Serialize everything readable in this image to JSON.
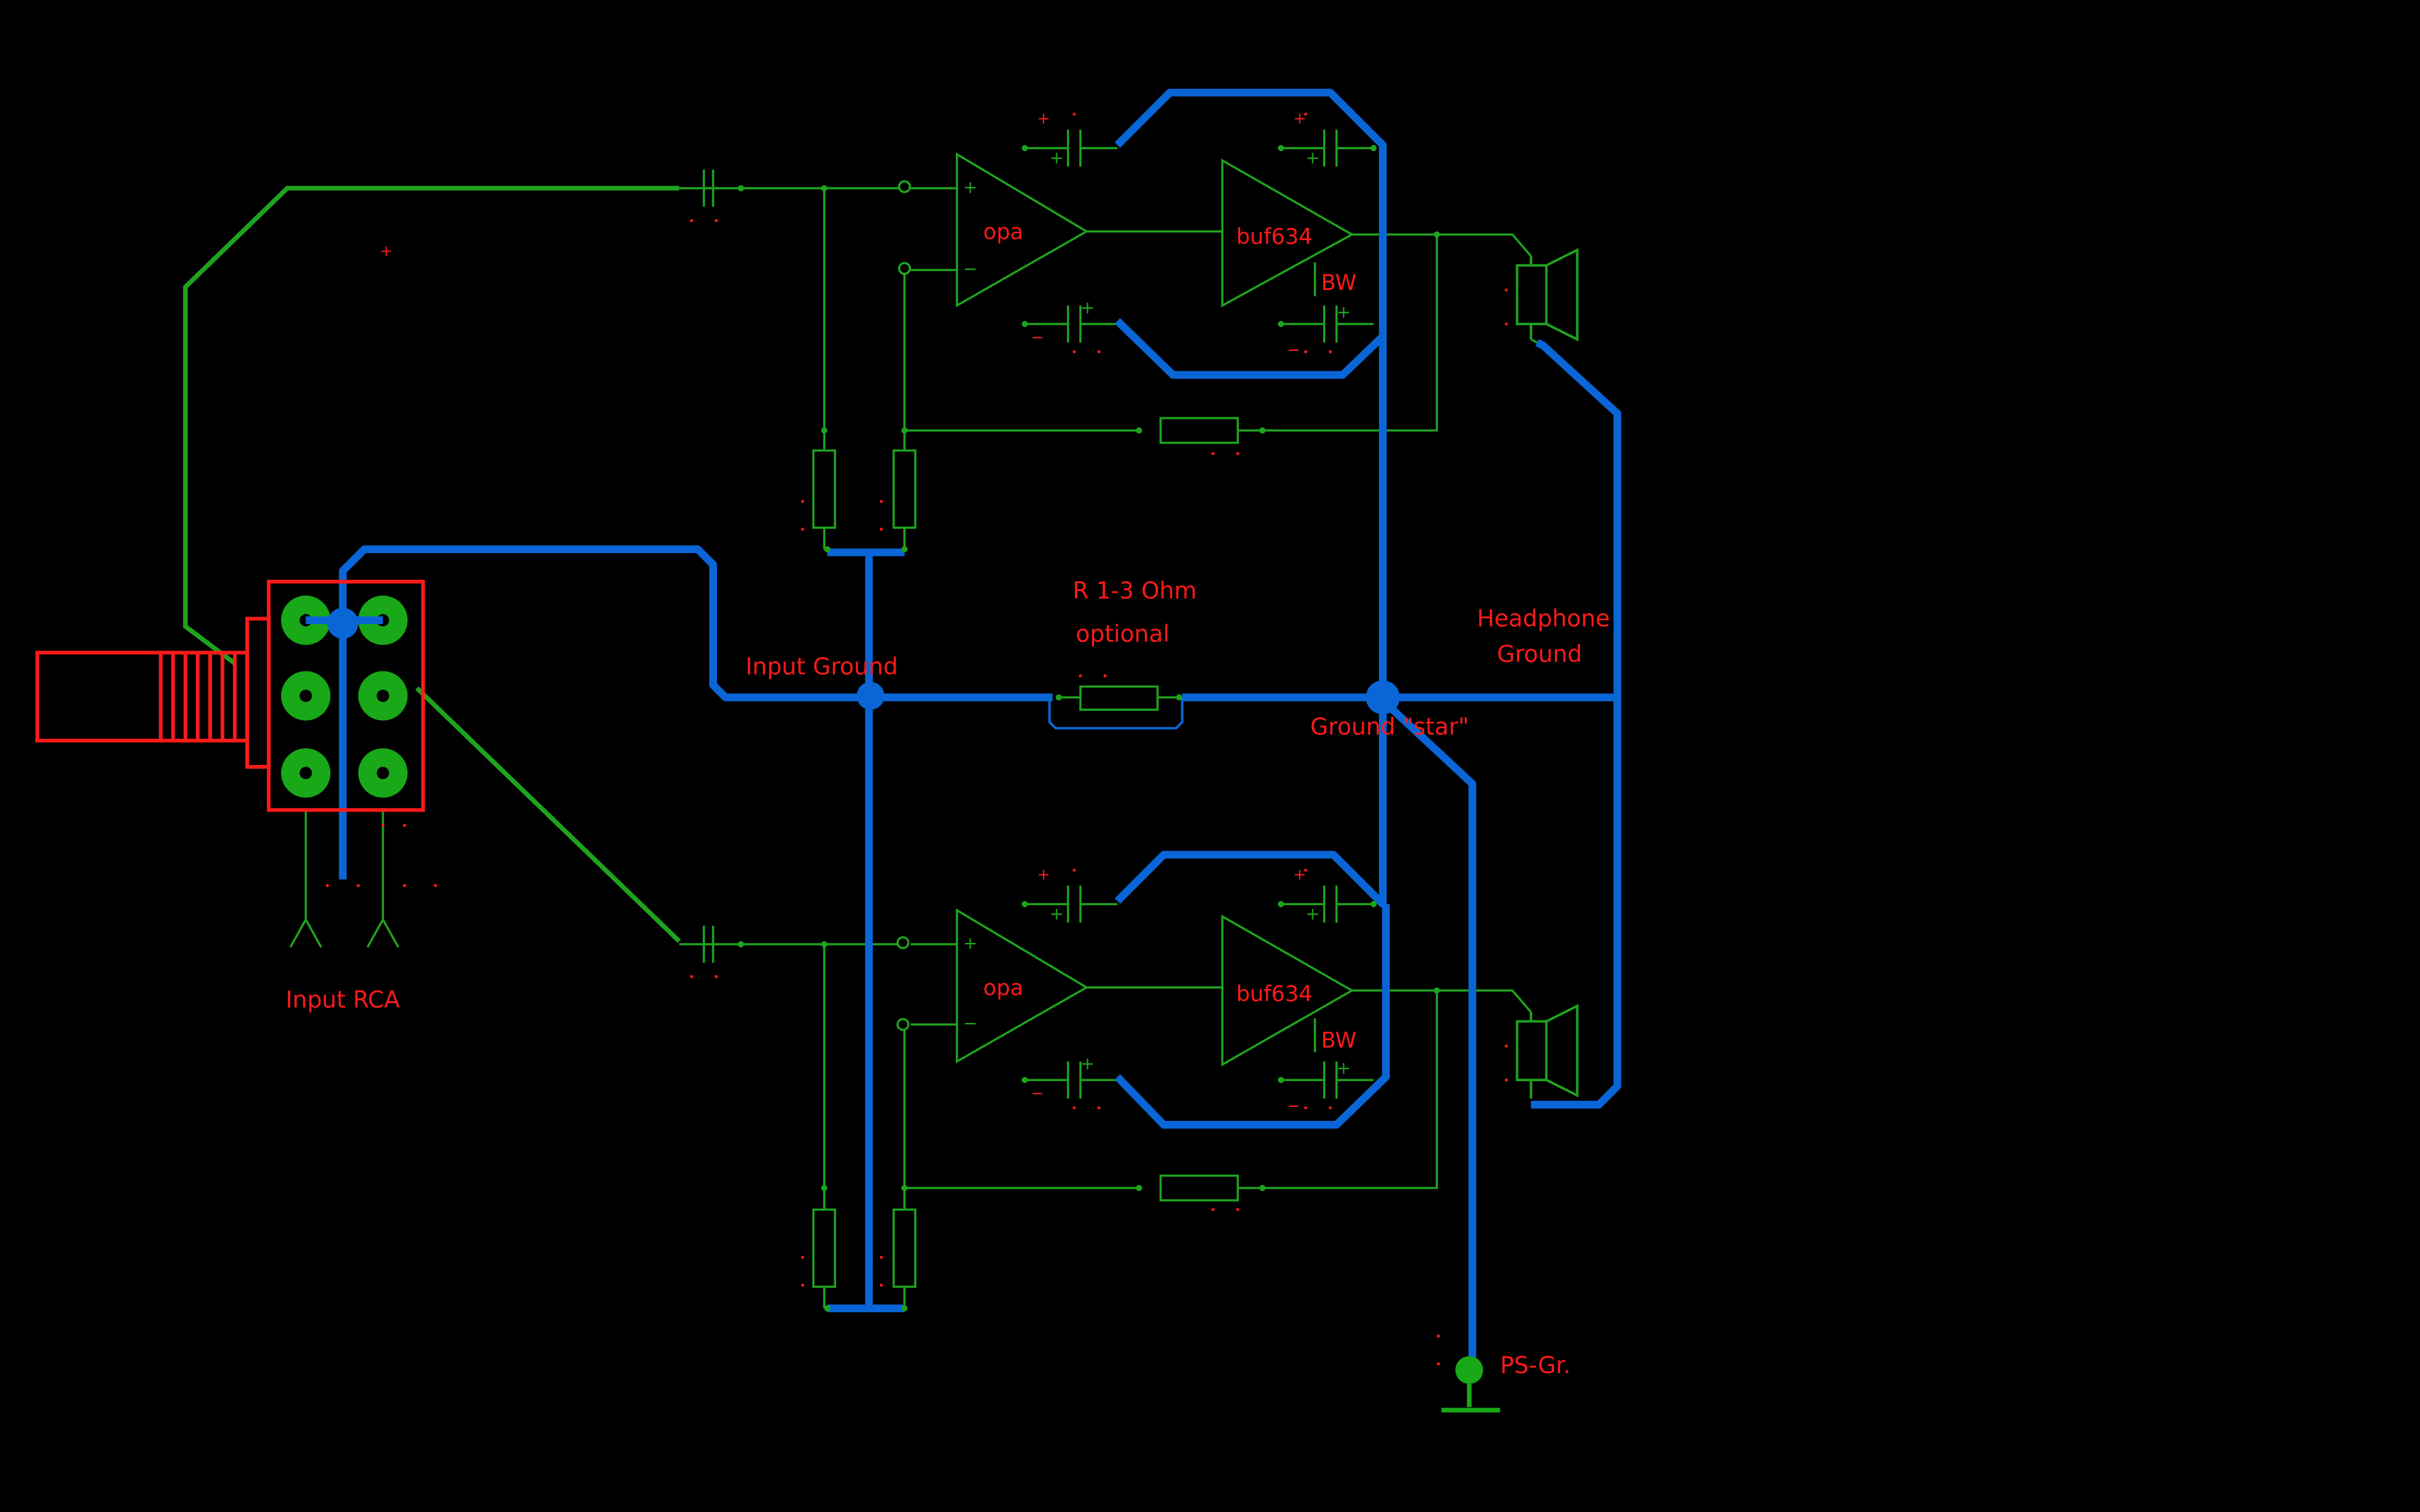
{
  "labels": {
    "input_rca": "Input RCA",
    "input_ground": "Input Ground",
    "resistor_value": "R 1-3 Ohm",
    "resistor_optional": "optional",
    "ground_star": "Ground \"star\"",
    "headphone": "Headphone",
    "headphone_ground": "Ground",
    "ps_ground": "PS-Gr.",
    "opamp_top": "opa",
    "buffer_top": "buf634",
    "bw_top": "BW",
    "opamp_bottom": "opa",
    "buffer_bottom": "buf634",
    "bw_bottom": "BW"
  },
  "colors": {
    "background": "#000000",
    "wire": "#1fa31f",
    "ground_trace": "#0a66d6",
    "label": "#ff1a1a",
    "connector": "#ff1a1a",
    "pad": "#18a818"
  }
}
